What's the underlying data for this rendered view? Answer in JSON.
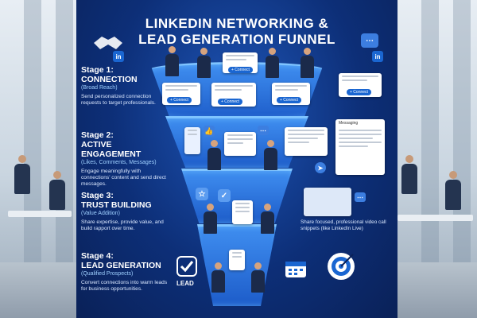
{
  "poster": {
    "title_line1": "LINKEDIN NETWORKING &",
    "title_line2": "LEAD GENERATION FUNNEL",
    "badges": {
      "linkedin": "in"
    },
    "colors": {
      "accent": "#1a66d1",
      "light_accent": "#7fc4ff",
      "bg_dark": "#0a2158"
    }
  },
  "stages": [
    {
      "num": "Stage 1:",
      "name": "CONNECTION",
      "sub": "(Broad Reach)",
      "desc": "Send personalized connection requests to target professionals."
    },
    {
      "num": "Stage 2:",
      "name": "ACTIVE ENGAGEMENT",
      "sub": "(Likes, Comments, Messages)",
      "desc": "Engage meaningfully with connections' content and send direct messages."
    },
    {
      "num": "Stage 3:",
      "name": "TRUST BUILDING",
      "sub": "(Value Addition)",
      "desc": "Share expertise, provide value, and build rapport over time."
    },
    {
      "num": "Stage 4:",
      "name": "LEAD GENERATION",
      "sub": "(Qualified Prospects)",
      "desc": "Convert connections into warm leads for business opportunities."
    }
  ],
  "connect_label": "+ Connect",
  "stage3_side_note": "Share focused, professional video call snippets (like LinkedIn Live)",
  "lead_label": "LEAD",
  "messaging_label": "Messaging"
}
